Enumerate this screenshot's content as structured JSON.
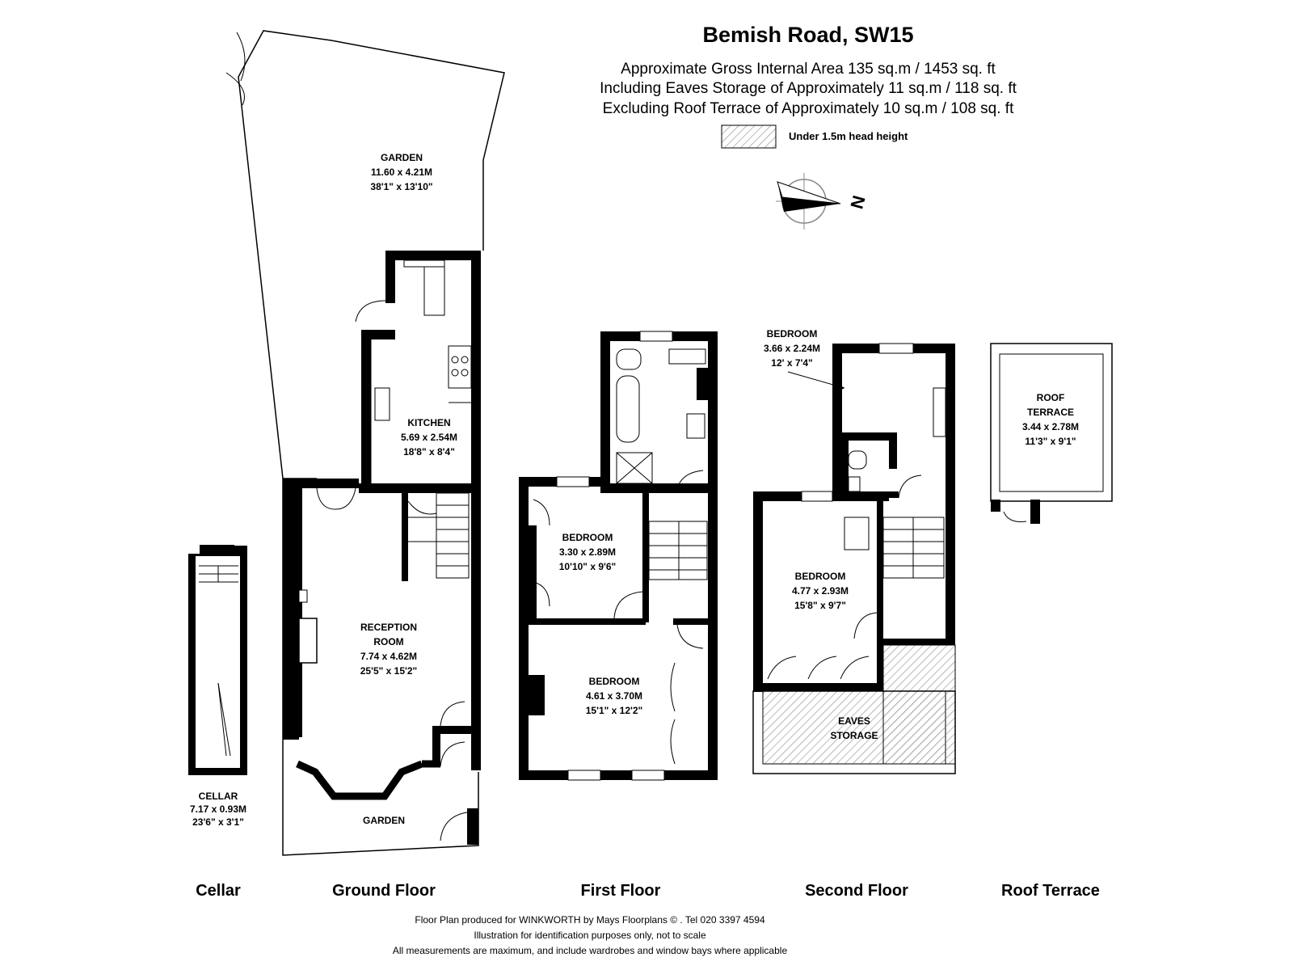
{
  "header": {
    "title": "Bemish Road, SW15",
    "area_lines": [
      "Approximate Gross Internal Area 135 sq.m  /  1453 sq. ft",
      "Including Eaves Storage of Approximately 11 sq.m  /  118 sq. ft",
      "Excluding Roof Terrace of Approximately 10 sq.m  /  108 sq. ft"
    ],
    "key_label": "Under 1.5m head height"
  },
  "compass": {
    "label": "N"
  },
  "rooms": {
    "garden_rear": {
      "name": "GARDEN",
      "metric": "11.60 x 4.21M",
      "imperial": "38'1\" x 13'10\""
    },
    "kitchen": {
      "name": "KITCHEN",
      "metric": "5.69 x 2.54M",
      "imperial": "18'8\" x 8'4\""
    },
    "reception": {
      "name1": "RECEPTION",
      "name2": "ROOM",
      "metric": "7.74 x 4.62M",
      "imperial": "25'5\" x 15'2\""
    },
    "garden_front": {
      "name": "GARDEN"
    },
    "cellar": {
      "name": "CELLAR",
      "metric": "7.17 x 0.93M",
      "imperial": "23'6\" x 3'1\""
    },
    "bedroom_first_small": {
      "name": "BEDROOM",
      "metric": "3.30 x 2.89M",
      "imperial": "10'10\" x 9'6\""
    },
    "bedroom_first_large": {
      "name": "BEDROOM",
      "metric": "4.61 x 3.70M",
      "imperial": "15'1\" x 12'2\""
    },
    "bedroom_second_rear": {
      "name": "BEDROOM",
      "metric": "3.66 x 2.24M",
      "imperial": "12' x 7'4\""
    },
    "bedroom_second_front": {
      "name": "BEDROOM",
      "metric": "4.77 x 2.93M",
      "imperial": "15'8\" x 9'7\""
    },
    "eaves": {
      "name1": "EAVES",
      "name2": "STORAGE"
    },
    "roof_terrace": {
      "name1": "ROOF",
      "name2": "TERRACE",
      "metric": "3.44 x 2.78M",
      "imperial": "11'3\" x 9'1\""
    }
  },
  "floor_labels": {
    "cellar": "Cellar",
    "ground": "Ground Floor",
    "first": "First Floor",
    "second": "Second Floor",
    "roof": "Roof Terrace"
  },
  "footer": [
    "Floor Plan produced for WINKWORTH by Mays Floorplans © . Tel 020 3397 4594",
    "Illustration for identification purposes only, not to scale",
    "All measurements are maximum, and include wardrobes and window bays where applicable"
  ]
}
